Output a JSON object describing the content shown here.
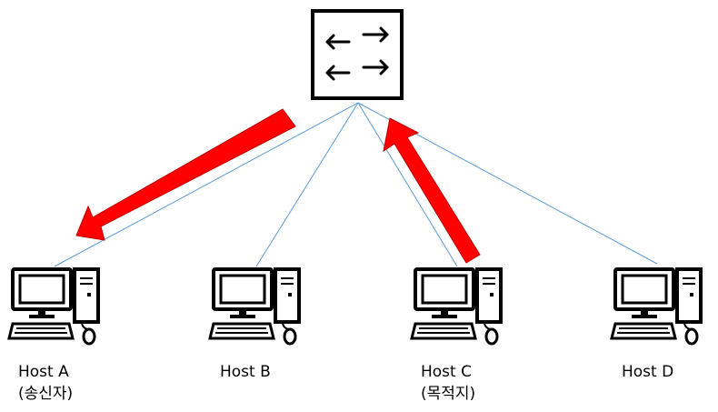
{
  "switch": {
    "icon": "switch-icon"
  },
  "hosts": [
    {
      "id": "A",
      "name": "Host A",
      "role": "(송신자)",
      "icon": "computer-icon"
    },
    {
      "id": "B",
      "name": "Host B",
      "role": "",
      "icon": "computer-icon"
    },
    {
      "id": "C",
      "name": "Host C",
      "role": "(목적지)",
      "icon": "computer-icon"
    },
    {
      "id": "D",
      "name": "Host D",
      "role": "",
      "icon": "computer-icon"
    }
  ],
  "colors": {
    "link": "#5b9bd5",
    "arrow": "#ff0000",
    "icon": "#000000"
  }
}
